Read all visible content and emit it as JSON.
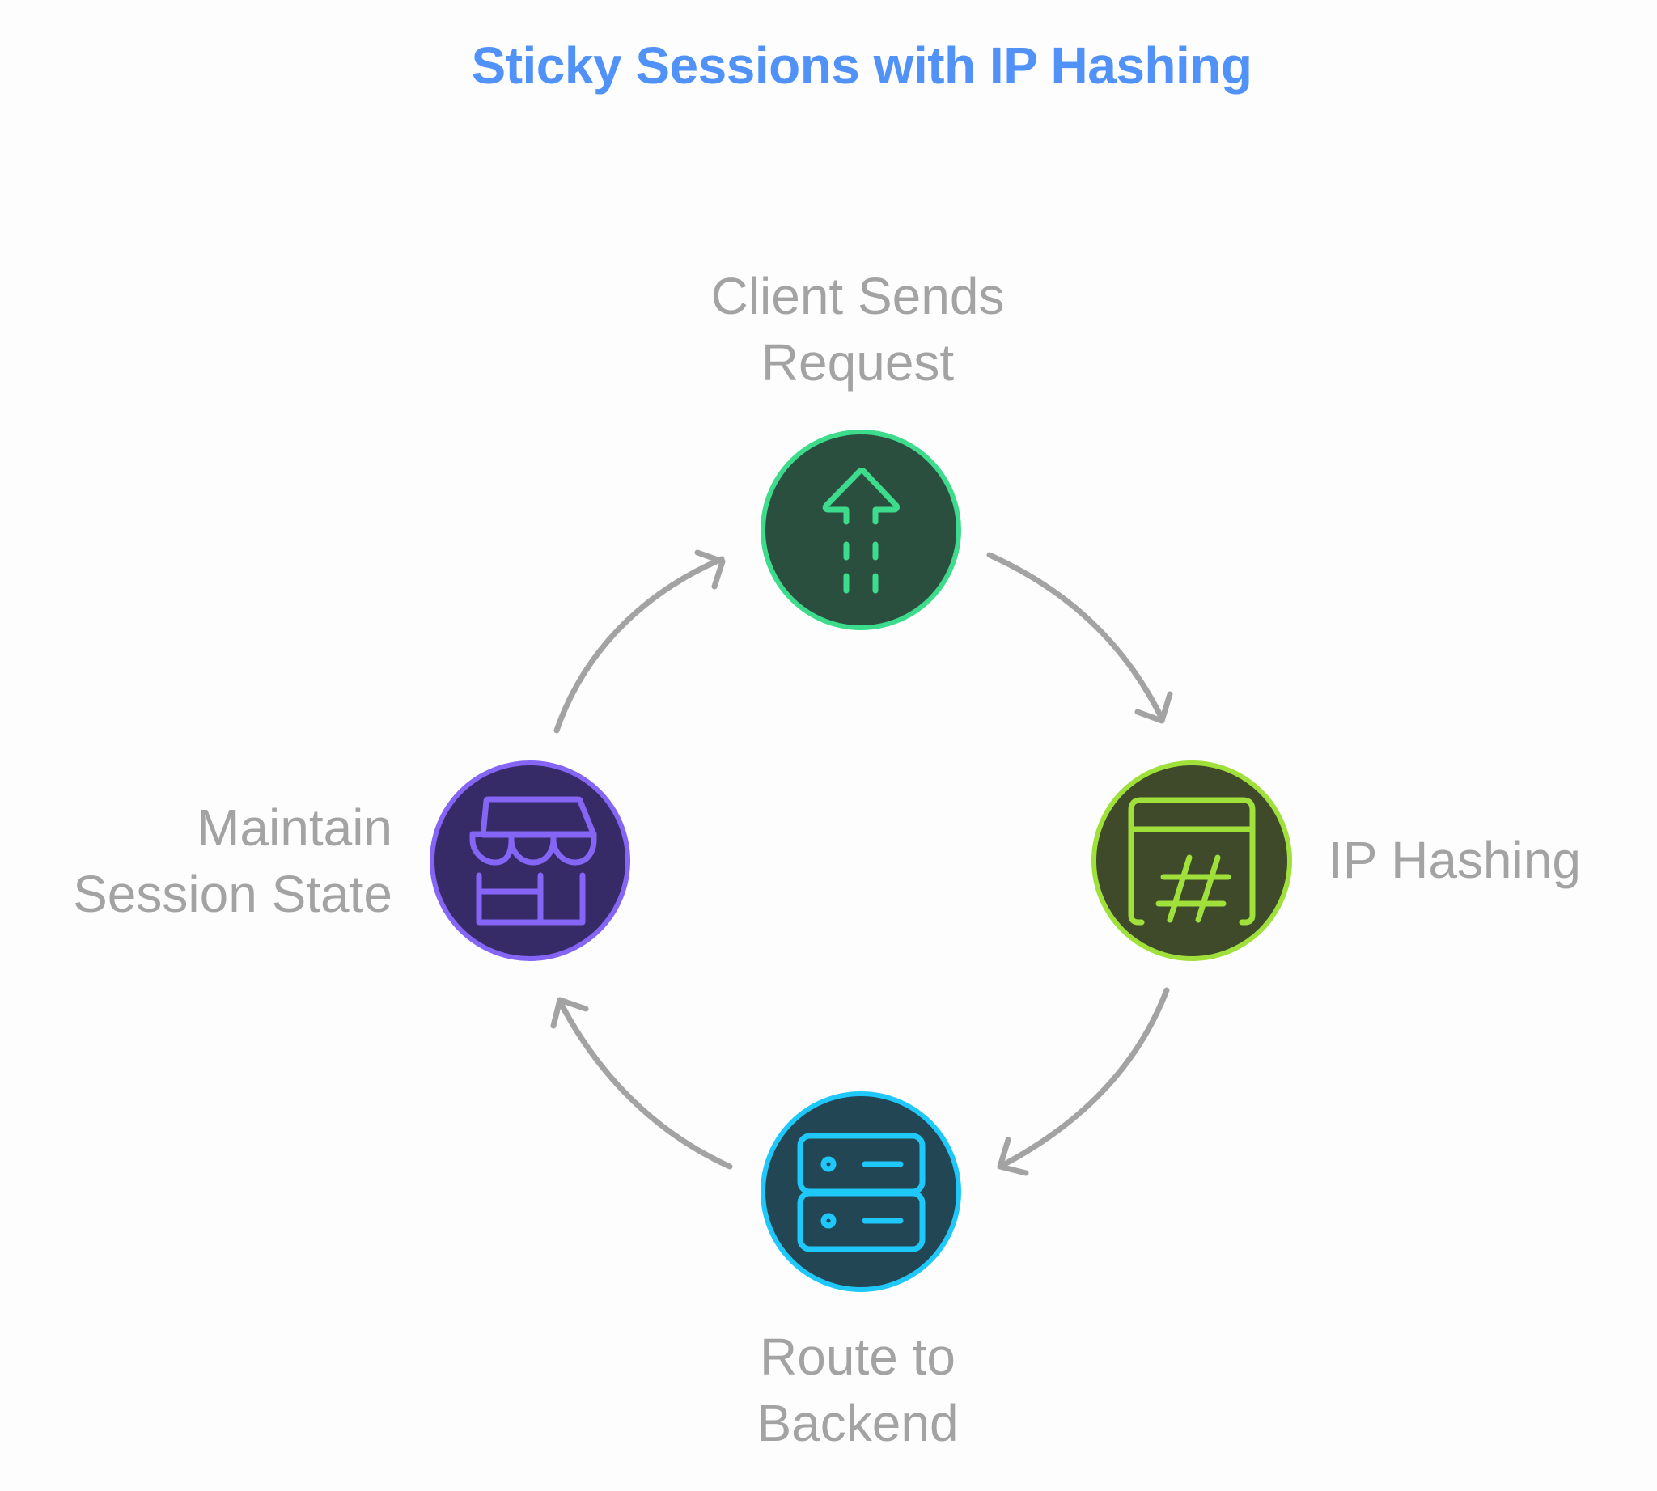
{
  "title": "Sticky Sessions with IP Hashing",
  "colors": {
    "title": "#5192f8",
    "label": "#a3a3a3",
    "arrow": "#a3a3a3",
    "background": "#fdfdfd"
  },
  "steps": [
    {
      "id": "client-sends-request",
      "lines": [
        "Client Sends",
        "Request"
      ],
      "icon": "arrow-up-dashed-icon",
      "fill": "#2a4f3f",
      "accent": "#3ddc8c"
    },
    {
      "id": "ip-hashing",
      "lines": [
        "IP Hashing"
      ],
      "icon": "hash-window-icon",
      "fill": "#3f4a2b",
      "accent": "#a0e03a"
    },
    {
      "id": "route-to-backend",
      "lines": [
        "Route to",
        "Backend"
      ],
      "icon": "server-icon",
      "fill": "#224653",
      "accent": "#1ec8fa"
    },
    {
      "id": "maintain-session-state",
      "lines": [
        "Maintain",
        "Session State"
      ],
      "icon": "storefront-icon",
      "fill": "#362b66",
      "accent": "#8565f5"
    }
  ],
  "flow": [
    {
      "from": "client-sends-request",
      "to": "ip-hashing"
    },
    {
      "from": "ip-hashing",
      "to": "route-to-backend"
    },
    {
      "from": "route-to-backend",
      "to": "maintain-session-state"
    },
    {
      "from": "maintain-session-state",
      "to": "client-sends-request"
    }
  ]
}
